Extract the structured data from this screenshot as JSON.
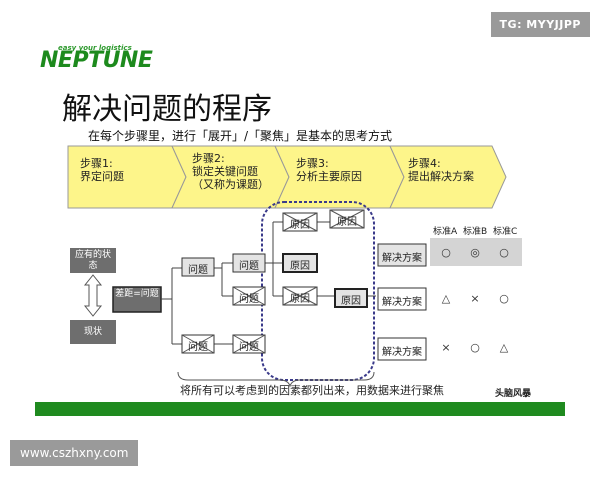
{
  "watermark_top": "TG: MYYJJPP",
  "watermark_bottom": "www.cszhxny.com",
  "logo": {
    "tagline": "easy your logistics",
    "name": "NEPTUNE"
  },
  "title": "解决问题的程序",
  "subtitle": "在每个步骤里，进行「展开」/「聚焦」是基本的思考方式",
  "steps": [
    {
      "line1": "步骤1:",
      "line2": "界定问题",
      "line3": ""
    },
    {
      "line1": "步骤2:",
      "line2": "锁定关键问题",
      "line3": "（又称为课题）"
    },
    {
      "line1": "步骤3:",
      "line2": "分析主要原因",
      "line3": ""
    },
    {
      "line1": "步骤4:",
      "line2": "提出解决方案",
      "line3": ""
    }
  ],
  "states": {
    "ideal": "应有的状态",
    "gap": "差距=问题",
    "current": "现状"
  },
  "problem_label": "问题",
  "cause_label": "原因",
  "solution_label": "解决方案",
  "criteria": [
    "标准A",
    "标准B",
    "标准C"
  ],
  "ratings": [
    [
      "○",
      "◎",
      "○"
    ],
    [
      "△",
      "×",
      "○"
    ],
    [
      "×",
      "○",
      "△"
    ]
  ],
  "footer_note": "将所有可以考虑到的因素都列出来，用数据来进行聚焦",
  "brand": "头脑风暴",
  "colors": {
    "arrow_fill": "#fdf58a",
    "state_box": "#6e6e6e",
    "frame": "#3a3a8a",
    "bar": "#1f8a1f"
  }
}
